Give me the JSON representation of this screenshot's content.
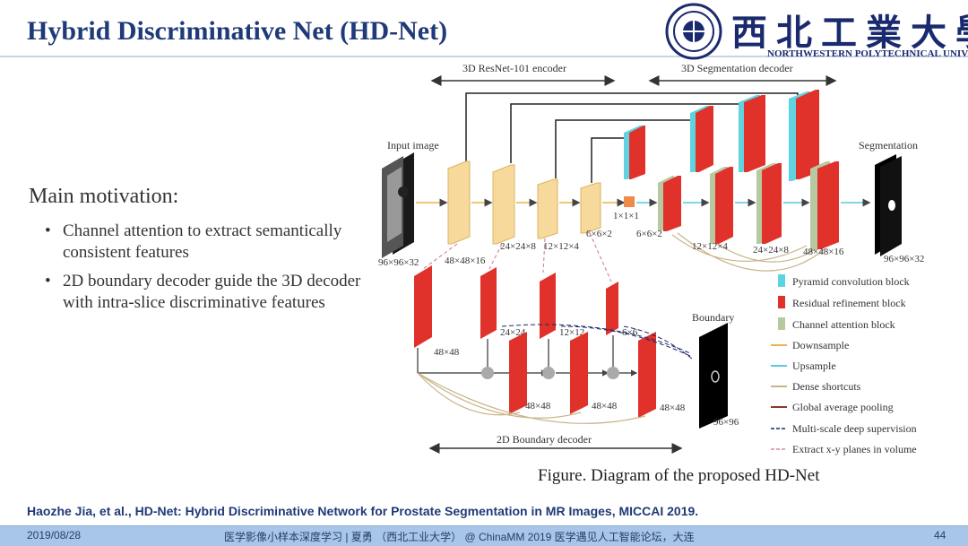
{
  "slide": {
    "title": "Hybrid Discriminative Net (HD-Net)",
    "logo": {
      "cn_name": "西北工業大學",
      "en_name": "NORTHWESTERN POLYTECHNICAL UNIVERSITY"
    },
    "motivation": {
      "heading": "Main motivation:",
      "bullets": [
        "Channel attention to extract semantically consistent features",
        "2D boundary decoder guide the 3D decoder with intra-slice discriminative features"
      ]
    },
    "diagram": {
      "encoder_label": "3D ResNet-101 encoder",
      "decoder_label": "3D Segmentation decoder",
      "boundary_decoder_label": "2D Boundary decoder",
      "input_label": "Input image",
      "segmentation_label": "Segmentation",
      "boundary_label": "Boundary",
      "dims": {
        "input": "96×96×32",
        "enc1": "48×48×16",
        "enc2": "24×24×8",
        "enc3": "12×12×4",
        "enc4": "6×6×2",
        "bottleneck": "1×1×1",
        "dec1": "6×6×2",
        "dec2": "12×12×4",
        "dec3": "24×24×8",
        "dec4": "48×48×16",
        "output": "96×96×32",
        "b1": "48×48",
        "b2": "24×24",
        "b3": "12×12",
        "b4": "6×6",
        "bd1": "48×48",
        "bd2": "48×48",
        "bd3": "48×48",
        "boundary_out": "96×96"
      },
      "legend": [
        {
          "label": "Pyramid convolution block",
          "kind": "block",
          "color": "#5fd3e0"
        },
        {
          "label": "Residual refinement block",
          "kind": "block",
          "color": "#e0312a"
        },
        {
          "label": "Channel attention block",
          "kind": "block",
          "color": "#b7c9a0"
        },
        {
          "label": "Downsample",
          "kind": "line",
          "color": "#e8b64a"
        },
        {
          "label": "Upsample",
          "kind": "line",
          "color": "#5ac8e0"
        },
        {
          "label": "Dense shortcuts",
          "kind": "line",
          "color": "#c8b48a"
        },
        {
          "label": "Global average pooling",
          "kind": "line",
          "color": "#8b3a2a"
        },
        {
          "label": "Multi-scale deep supervision",
          "kind": "dashed",
          "color": "#1a2a6e"
        },
        {
          "label": "Extract x-y planes in volume",
          "kind": "dashed",
          "color": "#d48aa0"
        }
      ]
    },
    "caption": "Figure. Diagram of the proposed HD-Net",
    "reference": "Haozhe Jia, et al., HD-Net: Hybrid Discriminative Network for Prostate Segmentation in MR Images, MICCAI 2019."
  },
  "footer": {
    "date": "2019/08/28",
    "center": "医学影像小样本深度学习 | 夏勇 （西北工业大学）  @ ChinaMM 2019 医学遇见人工智能论坛，大连",
    "page": "44"
  }
}
